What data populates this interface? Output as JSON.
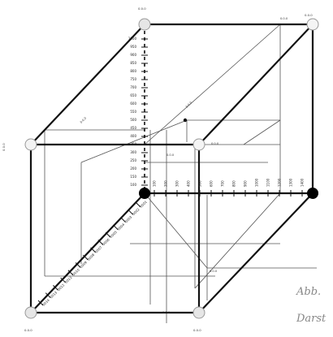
{
  "caption": {
    "line1": "Abb.",
    "line2": "Darst"
  },
  "axis_y_ticks": [
    "100",
    "150",
    "200",
    "250",
    "300",
    "350",
    "400",
    "450",
    "500",
    "550",
    "600",
    "650",
    "700",
    "750",
    "800",
    "850",
    "900",
    "950",
    "1000"
  ],
  "axis_x_ticks": [
    "100",
    "200",
    "300",
    "400",
    "500",
    "600",
    "700",
    "800",
    "900",
    "1000",
    "1100",
    "1200",
    "1300",
    "1400"
  ],
  "axis_z_ticks": [
    "0001",
    "0002",
    "0003",
    "0004",
    "0005",
    "0006",
    "0007",
    "0008",
    "0009",
    "0010",
    "0011",
    "0012",
    "0013",
    "0014"
  ],
  "corner_labels": {
    "top_back": "0.0.0",
    "left_front": "0.0.0",
    "bottom_front_left": "0.0.0",
    "bottom_front_right": "0.0.0",
    "top_front_right": "0.0.0"
  },
  "point_labels": {
    "upper_mid": "0.0.0",
    "inner_left": "0.0.0",
    "inner_right": "0.0.0",
    "lower_mid": "0.0.0",
    "lower_right": "0.0.0",
    "front_top": "0.0.0"
  },
  "colors": {
    "line": "#111111",
    "thin": "#555555",
    "node_fill_white": "#f4f4f4",
    "node_fill_black": "#000000",
    "node_stroke": "#999999"
  }
}
